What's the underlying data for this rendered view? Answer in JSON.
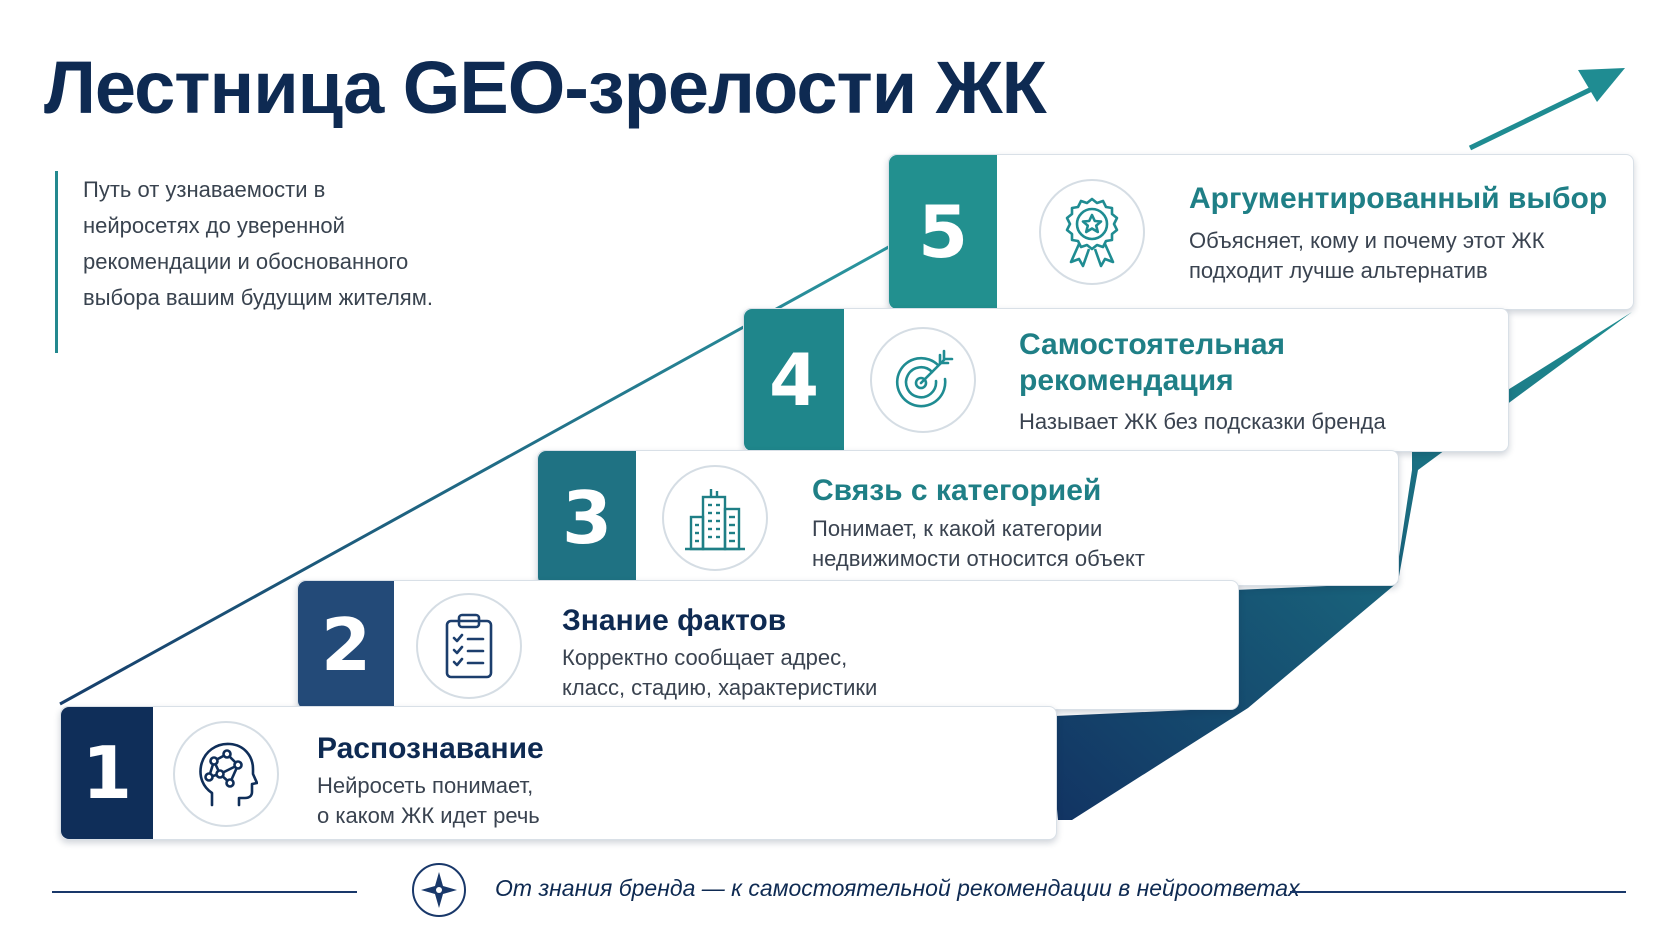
{
  "title": "Лестница GEO-зрелости ЖК",
  "intro": "Путь от узнаваемости в нейросетях до уверенной рекомендации и обоснованного выбора вашим будущим жителям.",
  "colors": {
    "navy": "#0e2a52",
    "teal": "#1f8c92",
    "step1": "#0f2e59",
    "step2": "#234a78",
    "step3": "#1f7283",
    "step4": "#1f868b",
    "step5": "#22908f"
  },
  "steps": [
    {
      "number": "1",
      "title": "Распознавание",
      "description_lines": [
        "Нейросеть понимает,",
        "о каком ЖК идет речь"
      ],
      "icon": "head-network-icon"
    },
    {
      "number": "2",
      "title": "Знание фактов",
      "description_lines": [
        "Корректно сообщает адрес,",
        "класс, стадию, характеристики"
      ],
      "icon": "clipboard-checklist-icon"
    },
    {
      "number": "3",
      "title": "Связь с категорией",
      "description_lines": [
        "Понимает, к какой категории",
        "недвижимости относится объект"
      ],
      "icon": "buildings-icon"
    },
    {
      "number": "4",
      "title_lines": [
        "Самостоятельная",
        "рекомендация"
      ],
      "description_lines": [
        "Называет ЖК без подсказки бренда"
      ],
      "icon": "target-arrow-icon"
    },
    {
      "number": "5",
      "title": "Аргументированный выбор",
      "description_lines": [
        "Объясняет, кому и почему этот ЖК",
        "подходит лучше альтернатив"
      ],
      "icon": "award-badge-icon"
    }
  ],
  "footer": {
    "text": "От знания бренда — к самостоятельной рекомендации в нейроответах",
    "icon": "compass-star-icon"
  }
}
